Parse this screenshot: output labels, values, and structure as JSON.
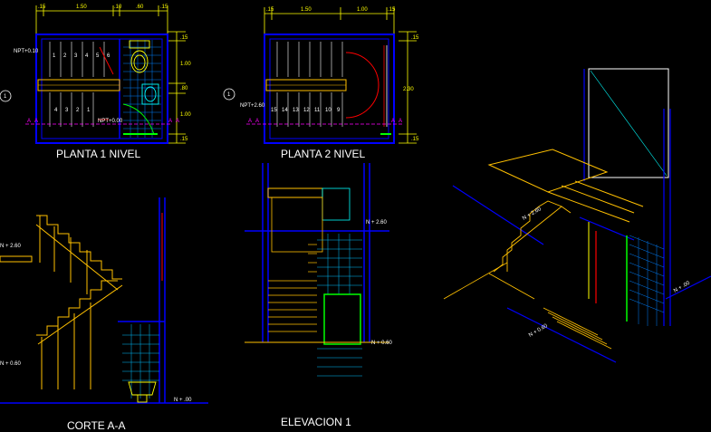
{
  "colors": {
    "background": "#000000",
    "wall": "#0000ff",
    "stair": "#ffc000",
    "dimension": "#ffff00",
    "tile": "#00bfff",
    "accent_red": "#ff0000",
    "accent_green": "#00ff00",
    "section_marker": "#ff00ff",
    "text": "#ffffff"
  },
  "titles": {
    "plan1": "PLANTA 1 NIVEL",
    "plan2": "PLANTA 2 NIVEL",
    "section": "CORTE A-A",
    "elevation": "ELEVACION 1"
  },
  "plan1": {
    "dim_top": [
      ".15",
      "1.50",
      ".10",
      ".60",
      ".15"
    ],
    "dim_right": [
      ".15",
      "1.00",
      ".80",
      "1.00",
      ".15"
    ],
    "level_top": "NPT+0.10",
    "level_bottom": "NPT+0.00",
    "steps_top": [
      "1",
      "2",
      "3",
      "4",
      "5",
      "6"
    ],
    "steps_bottom": [
      "4",
      "3",
      "2",
      "1"
    ],
    "section_mark": "A",
    "axis_mark": "1"
  },
  "plan2": {
    "dim_top": [
      ".15",
      "1.50",
      "1.00",
      ".15"
    ],
    "dim_right": [
      ".15",
      "2.30",
      ".15"
    ],
    "level_left": "NPT+2.60",
    "steps": [
      "15",
      "14",
      "13",
      "12",
      "11",
      "10",
      "9"
    ],
    "section_mark": "A",
    "axis_mark": "1"
  },
  "section": {
    "levels": [
      "N + 2.60",
      "N + 0.60",
      "N + .00"
    ]
  },
  "elevation": {
    "levels": [
      "N + 2.60",
      "N + 0.60"
    ]
  },
  "iso": {
    "levels": [
      "N + 2.60",
      "N + .00",
      "N + 0.60"
    ]
  }
}
